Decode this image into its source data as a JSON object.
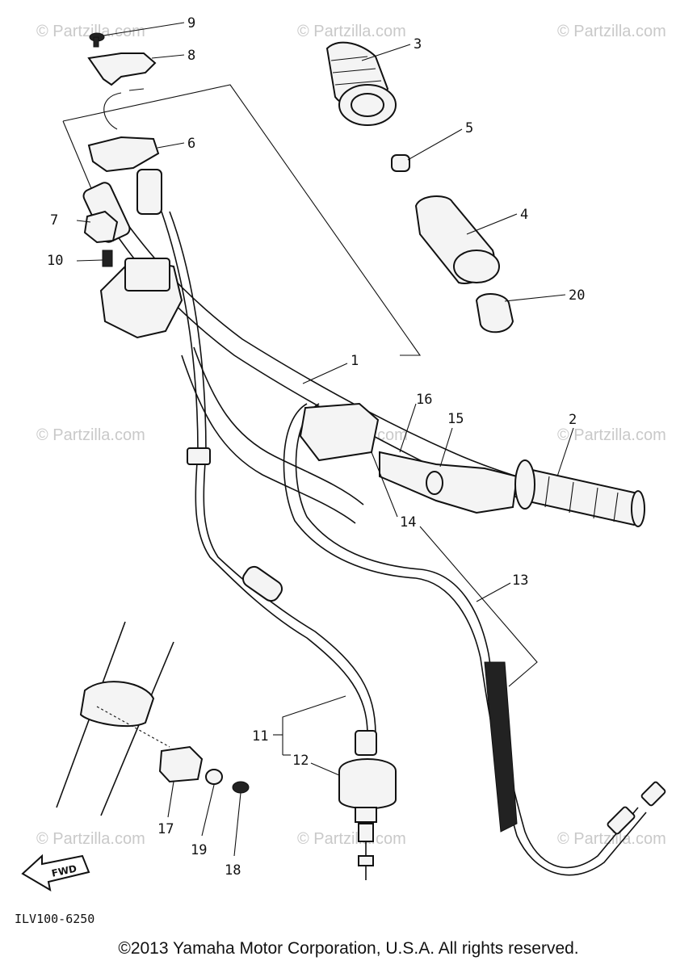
{
  "watermark": "© Partzilla.com",
  "reference_code": "ILV100-6250",
  "fwd_label": "FWD",
  "copyright": "©2013 Yamaha Motor Corporation, U.S.A. All rights reserved.",
  "callouts": [
    "9",
    "8",
    "3",
    "6",
    "5",
    "7",
    "4",
    "10",
    "20",
    "1",
    "16",
    "15",
    "2",
    "14",
    "13",
    "11",
    "12",
    "17",
    "19",
    "18"
  ]
}
